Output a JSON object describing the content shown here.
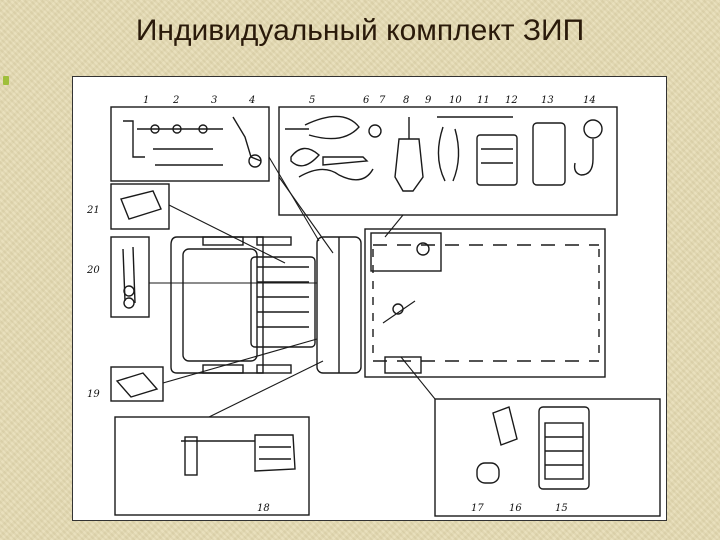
{
  "title": "Индивидуальный комплект ЗИП",
  "callouts": {
    "n1": "1",
    "n2": "2",
    "n3": "3",
    "n4": "4",
    "n5": "5",
    "n6": "6",
    "n7": "7",
    "n8": "8",
    "n9": "9",
    "n10": "10",
    "n11": "11",
    "n12": "12",
    "n13": "13",
    "n14": "14",
    "n15": "15",
    "n16": "16",
    "n17": "17",
    "n18": "18",
    "n19": "19",
    "n20": "20",
    "n21": "21"
  },
  "colors": {
    "background": "#e6dcb4",
    "title": "#2a1a0a",
    "bullet": "#9fbf3a",
    "ink": "#1a1a1a"
  }
}
